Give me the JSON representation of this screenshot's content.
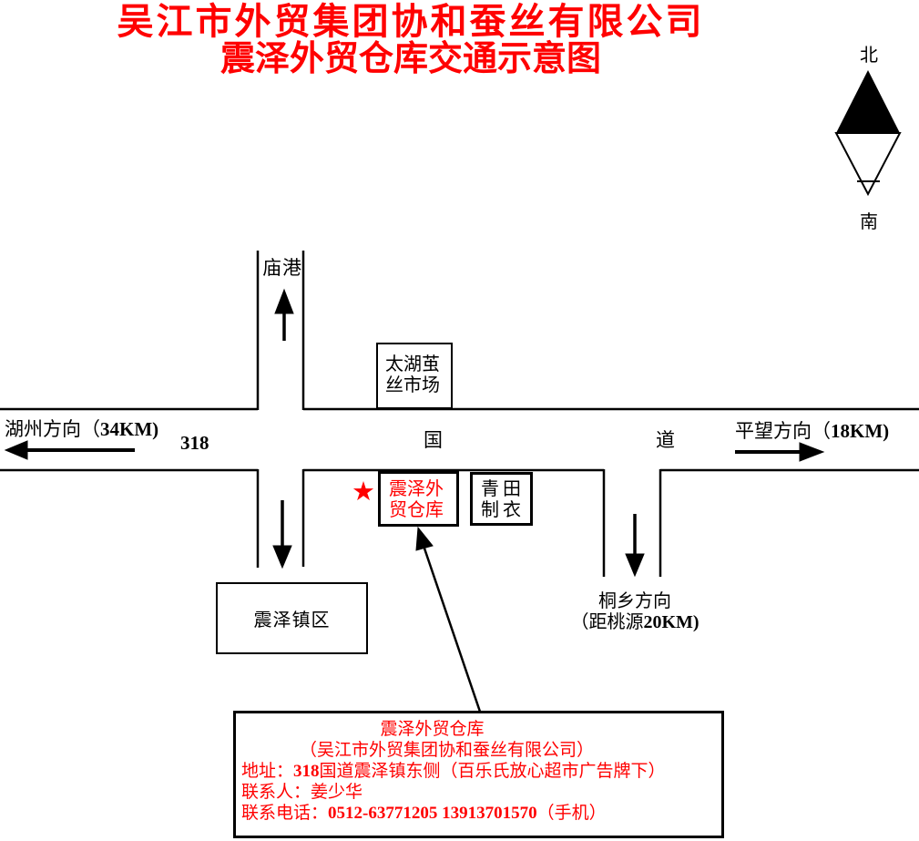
{
  "title": {
    "line1": "吴江市外贸集团协和蚕丝有限公司",
    "line2": "震泽外贸仓库交通示意图"
  },
  "compass": {
    "north": "北",
    "south": "南"
  },
  "roads": {
    "route_number": "318",
    "road_name_char1": "国",
    "road_name_char2": "道"
  },
  "directions": {
    "miaogang": "庙港",
    "huzhou_label": "湖州方向（",
    "huzhou_distance": "34KM)",
    "pingwang_label": "平望方向（",
    "pingwang_distance": "18KM)",
    "tongxiang_line1": "桐乡方向",
    "tongxiang_label2": "（距桃源",
    "tongxiang_distance": "20KM)"
  },
  "places": {
    "taihu_market_line1": "太湖茧",
    "taihu_market_line2": "丝市场",
    "warehouse_line1": "震泽外",
    "warehouse_line2": "贸仓库",
    "qingtian_line1": "青田",
    "qingtian_line2": "制衣",
    "zhenze_town": "震泽镇区"
  },
  "star": "★",
  "info_box": {
    "name": "震泽外贸仓库",
    "company": "（吴江市外贸集团协和蚕丝有限公司）",
    "address_label": "地址：",
    "address_number": "318",
    "address_rest": "国道震泽镇东侧（百乐氏放心超市广告牌下）",
    "contact": "联系人：姜少华",
    "phone_label": "联系电话：",
    "phone_numbers": "0512-63771205 13913701570",
    "phone_suffix": "（手机）"
  },
  "colors": {
    "accent_red": "#ff0000",
    "line_black": "#000000"
  }
}
